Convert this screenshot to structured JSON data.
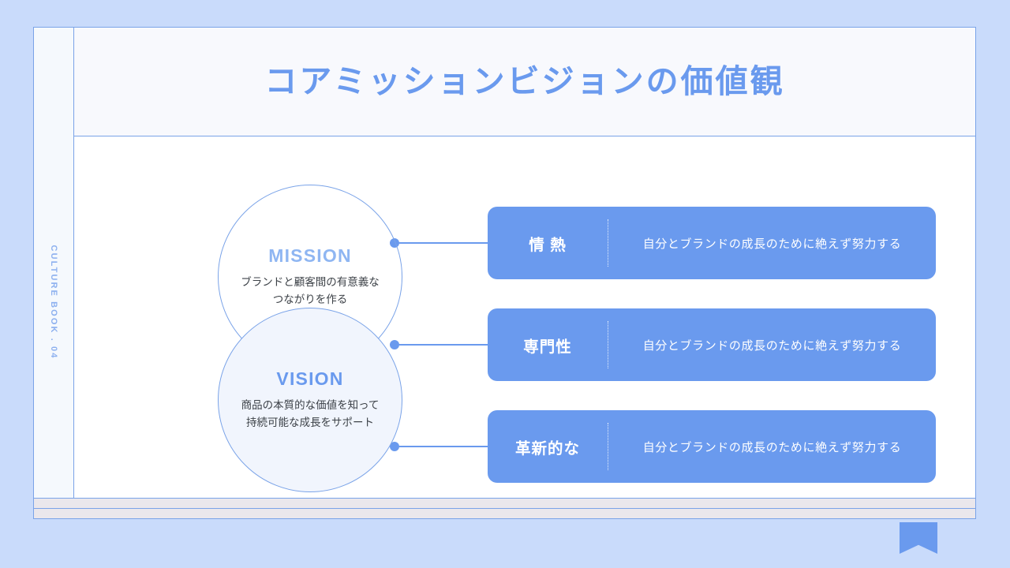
{
  "theme": {
    "page_background": "#c9dbfb",
    "accent_blue": "#6a9aee",
    "frame_border": "#7aa3e8",
    "header_background": "#f8f9fd",
    "rail_background": "#f5f9fd",
    "strip_gray": "#eae7ec",
    "body_text": "#3d4248"
  },
  "header": {
    "title": "コアミッションビジョンの価値観"
  },
  "rail": {
    "label": "CULTURE BOOK . 04"
  },
  "circles": [
    {
      "key": "mission",
      "title": "MISSION",
      "description": "ブランドと顧客間の有意義な\nつながりを作る",
      "line1": "ブランドと顧客間の有意義な",
      "line2": "つながりを作る"
    },
    {
      "key": "vision",
      "title": "VISION",
      "description": "商品の本質的な価値を知って\n持続可能な成長をサポート",
      "line1": "商品の本質的な価値を知って",
      "line2": "持続可能な成長をサポート"
    }
  ],
  "values": [
    {
      "name": "情 熱",
      "description": "自分とブランドの成長のために絶えず努力する"
    },
    {
      "name": "専門性",
      "description": "自分とブランドの成長のために絶えず努力する"
    },
    {
      "name": "革新的な",
      "description": "自分とブランドの成長のために絶えず努力する"
    }
  ]
}
